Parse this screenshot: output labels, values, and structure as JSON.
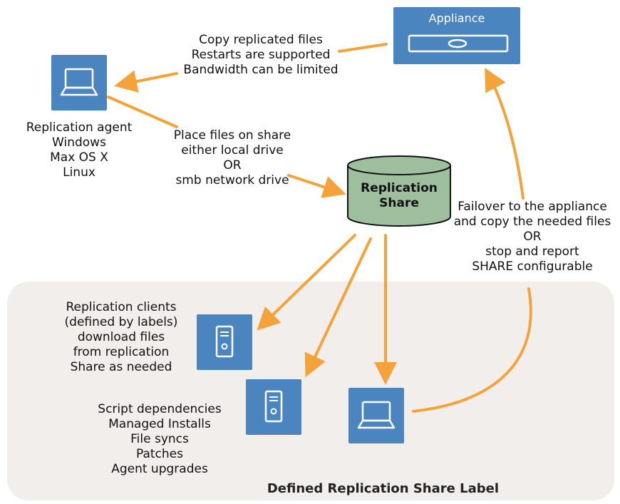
{
  "appliance": {
    "title": "Appliance"
  },
  "agent_note": {
    "lines": [
      "Replication agent",
      "Windows",
      "Max OS X",
      "Linux"
    ]
  },
  "copy_note": {
    "lines": [
      "Copy replicated files",
      "Restarts are supported",
      "Bandwidth can be limited"
    ]
  },
  "place_note": {
    "lines": [
      "Place files on share",
      "either local drive",
      "OR",
      "smb network drive"
    ]
  },
  "share": {
    "lines": [
      "Replication",
      "Share"
    ]
  },
  "failover_note": {
    "lines": [
      "Failover to the appliance",
      "and copy the needed files",
      "OR",
      "stop and report",
      "SHARE configurable"
    ]
  },
  "clients_note": {
    "lines": [
      "Replication clients",
      "(defined by labels)",
      "download files",
      "from replication",
      "Share as needed"
    ]
  },
  "deps_note": {
    "lines": [
      "Script dependencies",
      "Managed Installs",
      "File syncs",
      "Patches",
      "Agent upgrades"
    ]
  },
  "region": {
    "title": "Defined Replication Share Label"
  },
  "colors": {
    "tile": "#4a85bf",
    "arrow": "#f4a33a",
    "share_fill": "#9dbf9d",
    "region_bg": "#f1eeeb"
  },
  "icons": [
    "laptop-icon",
    "appliance-icon",
    "server-icon",
    "server-icon",
    "laptop-icon",
    "cylinder-icon"
  ]
}
